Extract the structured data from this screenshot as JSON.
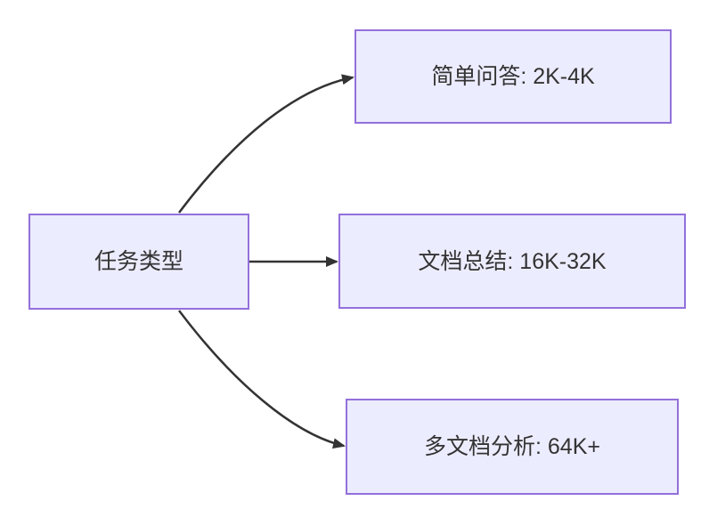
{
  "diagram": {
    "type": "flowchart-left-to-right",
    "root": {
      "label": "任务类型"
    },
    "children": [
      {
        "label": "简单问答: 2K-4K"
      },
      {
        "label": "文档总结: 16K-32K"
      },
      {
        "label": "多文档分析: 64K+"
      }
    ],
    "edges": [
      {
        "from": "任务类型",
        "to": "简单问答: 2K-4K"
      },
      {
        "from": "任务类型",
        "to": "文档总结: 16K-32K"
      },
      {
        "from": "任务类型",
        "to": "多文档分析: 64K+"
      }
    ],
    "colors": {
      "node_fill": "#ECECFF",
      "node_border": "#9370DB",
      "arrow": "#333333",
      "text": "#333333",
      "background": "#FFFFFF"
    }
  }
}
